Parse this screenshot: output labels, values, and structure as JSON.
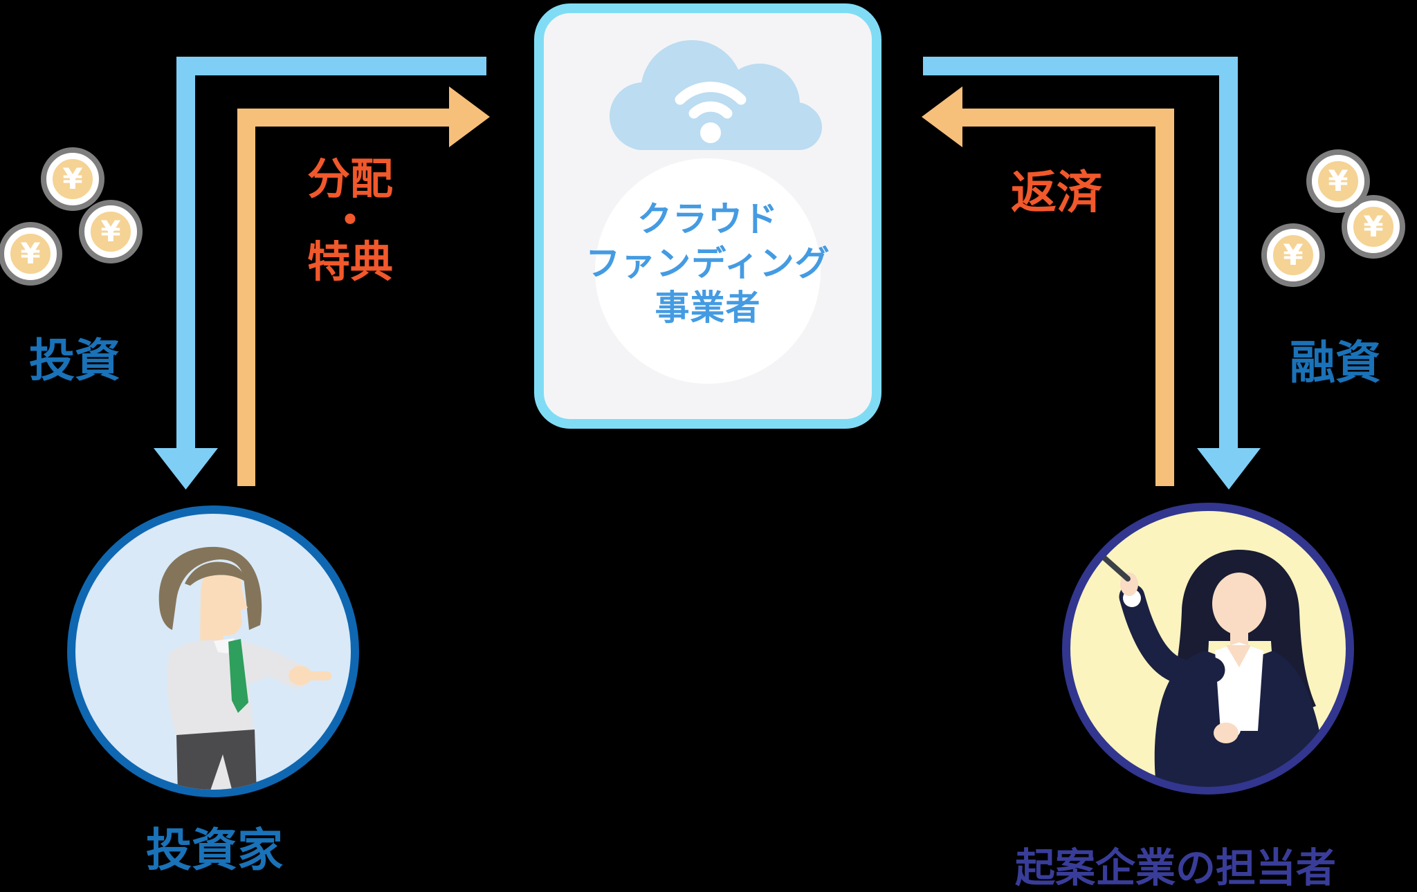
{
  "diagram_title": "crowdfunding-flow-diagram",
  "center_card": {
    "icon": "cloud-wifi-icon",
    "title_lines": [
      "クラウド",
      "ファンディング",
      "事業者"
    ]
  },
  "flows": {
    "invest": {
      "label": "投資",
      "from": "investor",
      "to": "operator",
      "arrow_color": "#7FCEF6"
    },
    "dividend": {
      "line1": "分配",
      "dot": "・",
      "line2": "特典",
      "from": "operator",
      "to": "investor",
      "arrow_color": "#F6BF7A"
    },
    "loan": {
      "label": "融資",
      "from": "operator",
      "to": "company",
      "arrow_color": "#7FCEF6"
    },
    "repay": {
      "label": "返済",
      "from": "company",
      "to": "operator",
      "arrow_color": "#F6BF7A"
    }
  },
  "actors": {
    "investor": {
      "label": "投資家",
      "icon": "businessman-pointing-illustration"
    },
    "company": {
      "label": "起案企業の担当者",
      "icon": "businesswoman-presenting-illustration"
    }
  },
  "coins": {
    "symbol": "¥",
    "icon": "yen-coins-icon"
  },
  "colors": {
    "background": "#000000",
    "arrow_blue": "#7FCEF6",
    "arrow_orange": "#F6BF7A",
    "card_border": "#80DCF5",
    "card_fill": "#F4F4F6",
    "card_text_blue": "#449BE2",
    "cloud_blue": "#BBDCF1",
    "label_orange": "#F1582B",
    "label_blue": "#1A72B8",
    "label_navy": "#393D99",
    "coin_ring_gray": "#7E7E7E",
    "coin_gold": "#F5D394",
    "investor_circle_fill": "#D9E9F8",
    "investor_circle_border": "#0F67B1",
    "company_circle_fill": "#FBF4BF",
    "company_circle_border": "#32368F"
  }
}
